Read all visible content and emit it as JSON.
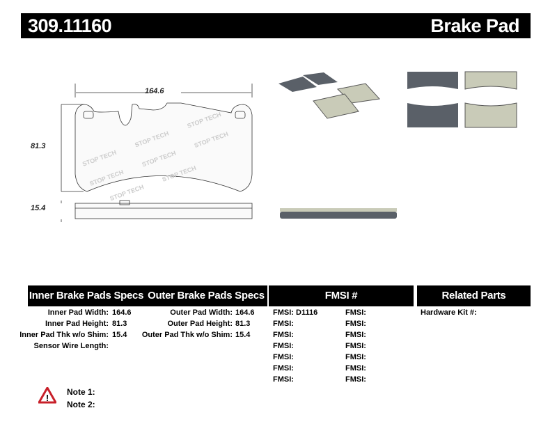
{
  "header": {
    "part_number": "309.11160",
    "title": "Brake Pad"
  },
  "drawing": {
    "width_dim": "164.6",
    "height_dim": "81.3",
    "thickness_dim": "15.4"
  },
  "table": {
    "inner_header": "Inner Brake Pads Specs",
    "outer_header": "Outer Brake Pads Specs",
    "fmsi_header": "FMSI #",
    "related_header": "Related Parts",
    "inner": [
      {
        "label": "Inner Pad Width:",
        "value": "164.6"
      },
      {
        "label": "Inner Pad Height:",
        "value": "81.3"
      },
      {
        "label": "Inner Pad Thk w/o Shim:",
        "value": "15.4"
      },
      {
        "label": "Sensor Wire Length:",
        "value": ""
      }
    ],
    "outer": [
      {
        "label": "Outer Pad Width:",
        "value": "164.6"
      },
      {
        "label": "Outer Pad Height:",
        "value": "81.3"
      },
      {
        "label": "Outer Pad Thk w/o Shim:",
        "value": "15.4"
      }
    ],
    "fmsi_left": [
      {
        "label": "FMSI:",
        "value": "D1116"
      },
      {
        "label": "FMSI:",
        "value": ""
      },
      {
        "label": "FMSI:",
        "value": ""
      },
      {
        "label": "FMSI:",
        "value": ""
      },
      {
        "label": "FMSI:",
        "value": ""
      },
      {
        "label": "FMSI:",
        "value": ""
      },
      {
        "label": "FMSI:",
        "value": ""
      }
    ],
    "fmsi_right": [
      {
        "label": "FMSI:"
      },
      {
        "label": "FMSI:"
      },
      {
        "label": "FMSI:"
      },
      {
        "label": "FMSI:"
      },
      {
        "label": "FMSI:"
      },
      {
        "label": "FMSI:"
      },
      {
        "label": "FMSI:"
      }
    ],
    "related": [
      {
        "label": "Hardware Kit #:",
        "value": ""
      }
    ]
  },
  "notes": {
    "note1": "Note 1:",
    "note2": "Note 2:",
    "icon": "warning-icon"
  },
  "colors": {
    "header_bg": "#000000",
    "warning": "#c8202a",
    "pad_gray": "#5a6068",
    "friction": "#c9cbb8"
  }
}
